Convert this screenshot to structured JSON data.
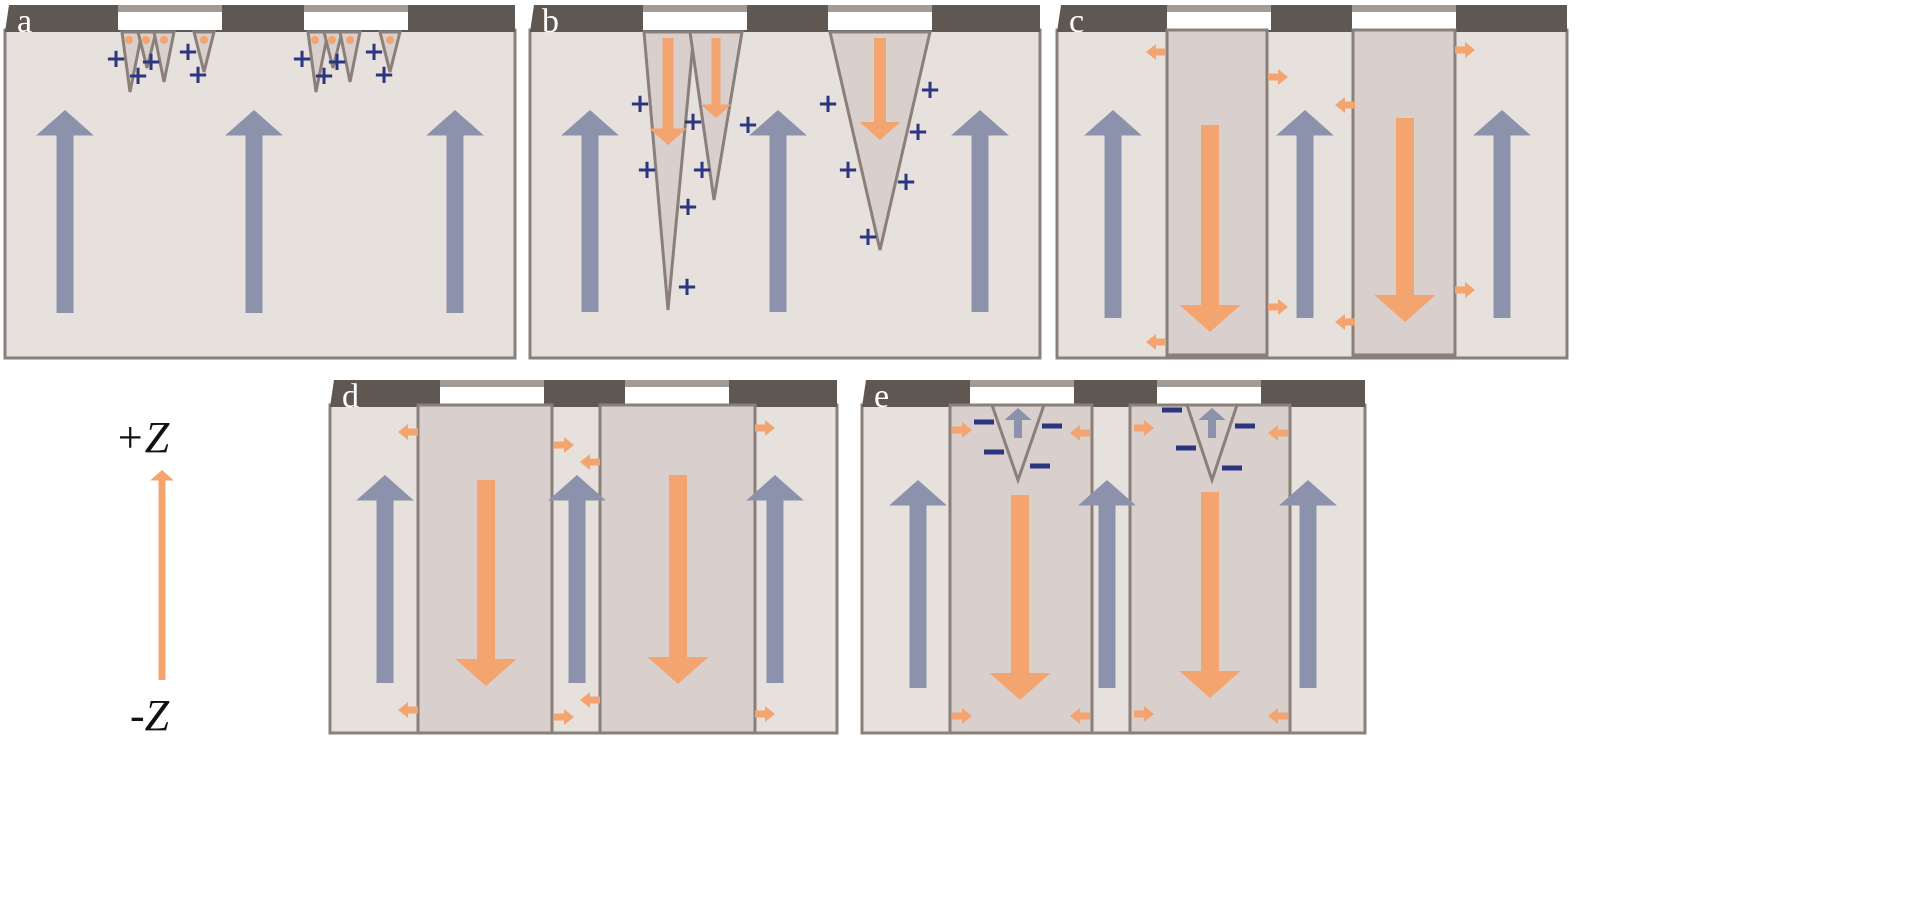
{
  "figure": {
    "panels": [
      {
        "label": "a"
      },
      {
        "label": "b"
      },
      {
        "label": "c"
      },
      {
        "label": "d"
      },
      {
        "label": "e"
      }
    ],
    "axis": {
      "top_label": "+Z",
      "bottom_label": "-Z"
    },
    "symbols": {
      "plus": "+",
      "minus": "−"
    }
  },
  "colors": {
    "body": "#e7e1de",
    "domain": "#d9cfcc",
    "border": "#8a8079",
    "top_bar": "#5e5752",
    "electrode": "#ffffff",
    "electrode_edge": "#a29a95",
    "up_arrow": "#8c92ac",
    "down_arrow": "#f4a46f",
    "charge": "#2b3580"
  }
}
